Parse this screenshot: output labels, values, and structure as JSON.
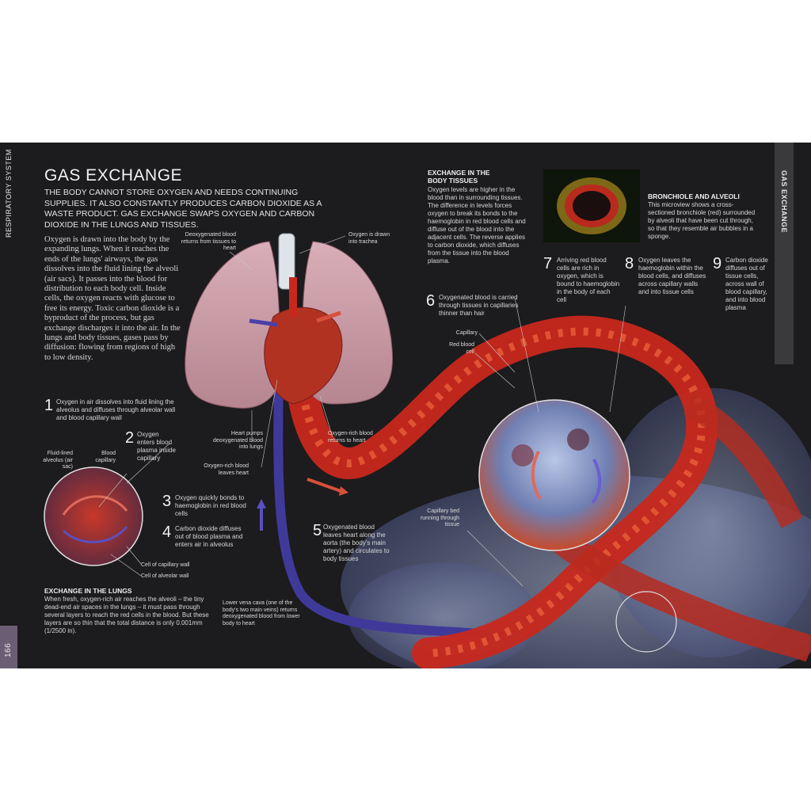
{
  "left_tab": {
    "section": "RESPIRATORY SYSTEM",
    "page_number": "166"
  },
  "right_tab": {
    "section": "GAS EXCHANGE"
  },
  "title": "GAS EXCHANGE",
  "intro": "THE BODY CANNOT STORE OXYGEN AND NEEDS CONTINUING SUPPLIES. IT ALSO CONSTANTLY PRODUCES CARBON DIOXIDE AS A WASTE PRODUCT. GAS EXCHANGE SWAPS OXYGEN AND CARBON DIOXIDE IN THE LUNGS AND TISSUES.",
  "body": "Oxygen is drawn into the body by the expanding lungs. When it reaches the ends of the lungs' airways, the gas dissolves into the fluid lining the alveoli (air sacs). It passes into the blood for distribution to each body cell. Inside cells, the oxygen reacts with glucose to free its energy. Toxic carbon dioxide is a byproduct of the process, but gas exchange discharges it into the air. In the lungs and body tissues, gases pass by diffusion: flowing from regions of high to low density.",
  "steps": [
    {
      "n": "1",
      "text": "Oxygen in air dissolves into fluid lining the alveolus and diffuses through alveolar wall and blood capillary wall"
    },
    {
      "n": "2",
      "text": "Oxygen enters blood plasma inside capillary"
    },
    {
      "n": "3",
      "text": "Oxygen quickly bonds to haemoglobin in red blood cells"
    },
    {
      "n": "4",
      "text": "Carbon dioxide diffuses out of blood plasma and enters air in alveolus"
    },
    {
      "n": "5",
      "text": "Oxygenated blood leaves heart along the aorta (the body's main artery) and circulates to body tissues"
    },
    {
      "n": "6",
      "text": "Oxygenated blood is carried through tissues in capillaries thinner than hair"
    },
    {
      "n": "7",
      "text": "Arriving red blood cells are rich in oxygen, which is bound to haemoglobin in the body of each cell"
    },
    {
      "n": "8",
      "text": "Oxygen leaves the haemoglobin within the blood cells, and diffuses across capillary walls and into tissue cells"
    },
    {
      "n": "9",
      "text": "Carbon dioxide diffuses out of tissue cells, across wall of blood capillary, and into blood plasma"
    }
  ],
  "labels": {
    "deoxygenated_returns": "Deoxygenated blood returns from tissues to heart",
    "oxygen_trachea": "Oxygen is drawn into trachea",
    "heart_pumps": "Heart pumps deoxygenated blood into lungs",
    "oxygen_rich_leaves": "Oxygen-rich blood leaves heart",
    "oxygen_rich_returns": "Oxygen-rich blood returns to heart",
    "fluid_lined_alveolus": "Fluid-lined alveolus (air sac)",
    "blood_capillary": "Blood capillary",
    "cell_capillary_wall": "Cell of capillary wall",
    "cell_alveolar_wall": "Cell of alveolar wall",
    "capillary": "Capillary",
    "red_blood_cell": "Red blood cell",
    "capillary_bed": "Capillary bed running through tissue",
    "vena_cava": "Lower vena cava (one of the body's two main veins) returns deoxygenated blood from lower body to heart"
  },
  "exchange_lungs": {
    "heading": "EXCHANGE IN THE LUNGS",
    "text": "When fresh, oxygen-rich air reaches the alveoli – the tiny dead-end air spaces in the lungs – it must pass through several layers to reach the red cells in the blood. But these layers are so thin that the total distance is only 0.001mm (1/2500 in)."
  },
  "exchange_tissues": {
    "heading": "EXCHANGE IN THE BODY TISSUES",
    "text": "Oxygen levels are higher in the blood than in surrounding tissues. The difference in levels forces oxygen to break its bonds to the haemoglobin in red blood cells and diffuse out of the blood into the adjacent cells. The reverse applies to carbon dioxide, which diffuses from the tissue into the blood plasma."
  },
  "bronchiole": {
    "heading": "BRONCHIOLE AND ALVEOLI",
    "text": "This microview shows a cross-sectioned bronchiole (red) surrounded by alveoli that have been cut through, so that they resemble air bubbles in a sponge."
  },
  "colors": {
    "background": "#1c1b1d",
    "left_tab": "#6b5e74",
    "right_tab": "#3a3a3d",
    "artery_red": "#c8281c",
    "vein_blue": "#3f3a9a",
    "tissue_blue": "#8ea0c8"
  },
  "icons": [
    "lungs-illustration",
    "heart-illustration",
    "capillary-illustration",
    "microscope-image"
  ]
}
